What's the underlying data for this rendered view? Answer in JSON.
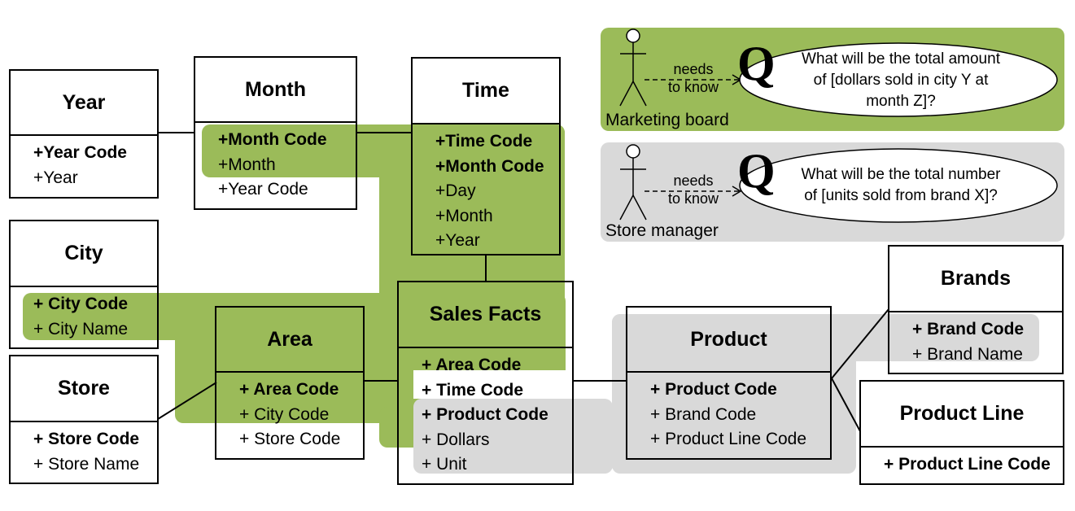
{
  "entities": {
    "year": {
      "title": "Year",
      "attrs": [
        "+Year Code",
        "+Year"
      ]
    },
    "month": {
      "title": "Month",
      "attrs": [
        "+Month Code",
        "+Month",
        "+Year Code"
      ]
    },
    "time": {
      "title": "Time",
      "attrs": [
        "+Time Code",
        "+Month Code",
        "+Day",
        "+Month",
        "+Year"
      ]
    },
    "city": {
      "title": "City",
      "attrs": [
        "+ City Code",
        "+ City Name"
      ]
    },
    "store": {
      "title": "Store",
      "attrs": [
        "+ Store Code",
        "+ Store Name"
      ]
    },
    "area": {
      "title": "Area",
      "attrs": [
        "+ Area Code",
        "+ City Code",
        "+ Store Code"
      ]
    },
    "sales": {
      "title": "Sales Facts",
      "attrs": [
        "+ Area Code",
        "+ Time Code",
        "+ Product Code",
        "+ Dollars",
        "+ Unit"
      ]
    },
    "product": {
      "title": "Product",
      "attrs": [
        "+ Product Code",
        "+ Brand Code",
        "+ Product Line Code"
      ]
    },
    "brands": {
      "title": "Brands",
      "attrs": [
        "+ Brand Code",
        "+ Brand Name"
      ]
    },
    "productline": {
      "title": "Product Line",
      "attrs": [
        "+ Product Line Code"
      ]
    }
  },
  "queries": [
    {
      "role": "Marketing board",
      "needs": [
        "needs",
        "to know"
      ],
      "q": "Q",
      "question": [
        "What will be the total amount",
        "of [dollars sold in city Y at",
        "month Z]?"
      ],
      "color": "#9bbb59"
    },
    {
      "role": "Store manager",
      "needs": [
        "needs",
        "to know"
      ],
      "q": "Q",
      "question": [
        "What will be the total number",
        "of [units sold from brand X]?"
      ],
      "color": "#d9d9d9"
    }
  ],
  "colors": {
    "green_highlight": "#9bbb59",
    "grey_highlight": "#d9d9d9"
  }
}
